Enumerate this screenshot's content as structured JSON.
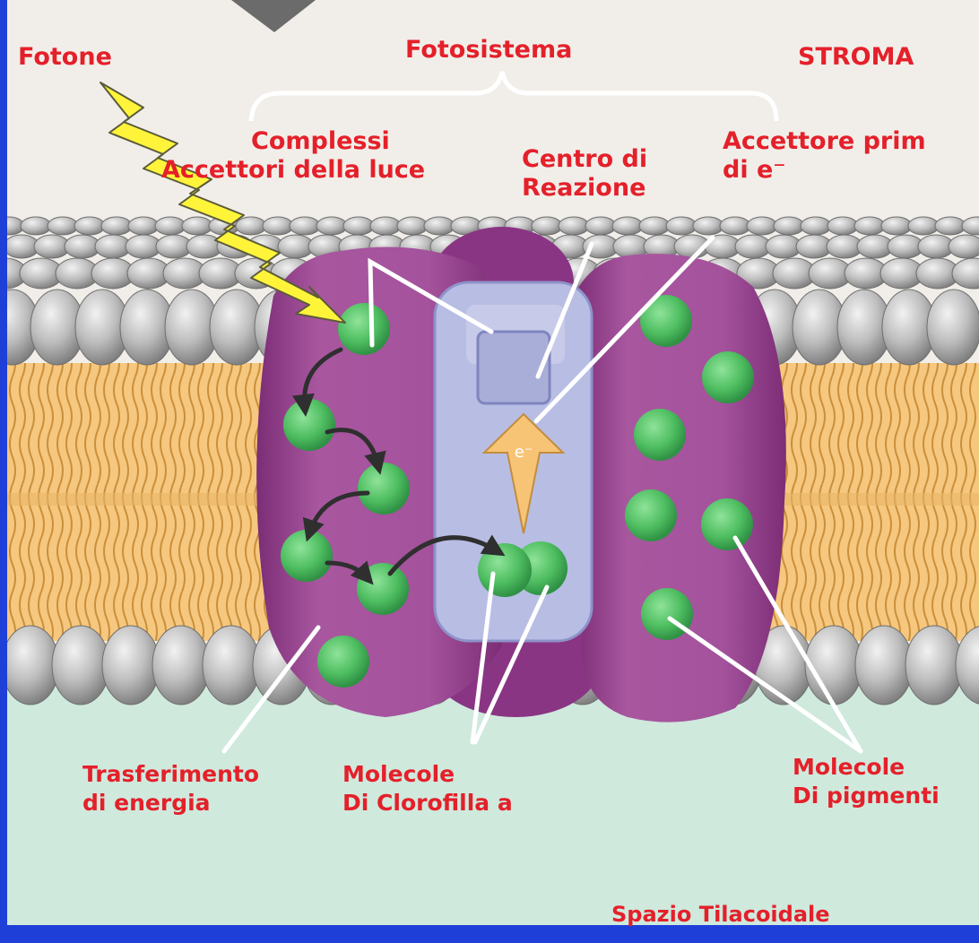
{
  "labels": {
    "fotone": "Fotone",
    "fotosistema": "Fotosistema",
    "stroma": "STROMA",
    "complessi_line1": "Complessi",
    "complessi_line2": "Accettori della luce",
    "centro_line1": "Centro di",
    "centro_line2": "Reazione",
    "accettore_line1": "Accettore prim",
    "accettore_line2": "di e⁻",
    "trasferimento_line1": "Trasferimento",
    "trasferimento_line2": "di energia",
    "clorofilla_line1": "Molecole",
    "clorofilla_line2": "Di Clorofilla a",
    "pigmenti_line1": "Molecole",
    "pigmenti_line2": "Di pigmenti",
    "spazio": "Spazio Tilacoidale",
    "electron_symbol": "e⁻"
  },
  "colors": {
    "background_frame": "#1e3fd8",
    "stroma": "#f1eee9",
    "lumen": "#cfe9dd",
    "lipid_head": "#b9b9b9",
    "lipid_tail": "#f5c274",
    "protein": "#a1509a",
    "protein_dark": "#7d2a78",
    "reaction_center": "#b7bce4",
    "pigment": "#52c466",
    "photon": "#fff43a",
    "electron_arrow": "#f8c274",
    "label_text": "#e4202a"
  }
}
